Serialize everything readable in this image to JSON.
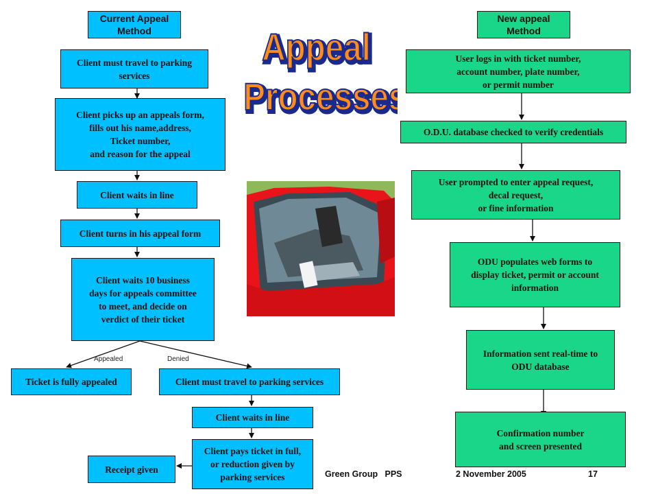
{
  "title": {
    "line1": "Appeal",
    "line2": "Processes"
  },
  "current": {
    "header": "Current Appeal\nMethod",
    "steps": [
      "Client must travel to parking\nservices",
      "Client picks up an appeals form,\nfills out his name,address,\nTicket number,\nand reason for the appeal",
      "Client waits in line",
      "Client turns in his appeal form",
      "Client waits 10 business\ndays for appeals committee\nto meet, and decide on\nverdict of their ticket"
    ],
    "appealed_label": "Appealed",
    "denied_label": "Denied",
    "appealed_result": "Ticket is fully appealed",
    "denied_steps": [
      "Client must travel to parking services",
      "Client waits in line",
      "Client pays ticket in full,\nor reduction given by\nparking services"
    ],
    "receipt": "Receipt given"
  },
  "new": {
    "header": "New appeal\nMethod",
    "steps": [
      "User logs in with ticket number,\naccount number, plate number,\nor permit number",
      "O.D.U. database checked to verify credentials",
      "User prompted to enter appeal request,\ndecal request,\nor fine information",
      "ODU populates web forms to\ndisplay ticket, permit or account\ninformation",
      "Information sent real-time to\nODU database",
      "Confirmation number\nand screen presented"
    ]
  },
  "footer": {
    "group": "Green Group   PPS",
    "date": "2 November 2005",
    "page": "17"
  },
  "colors": {
    "current_box": "#00c0ff",
    "new_box": "#19d688",
    "title_fill": "#ff8c1a",
    "title_outline": "#1a2a8c"
  }
}
